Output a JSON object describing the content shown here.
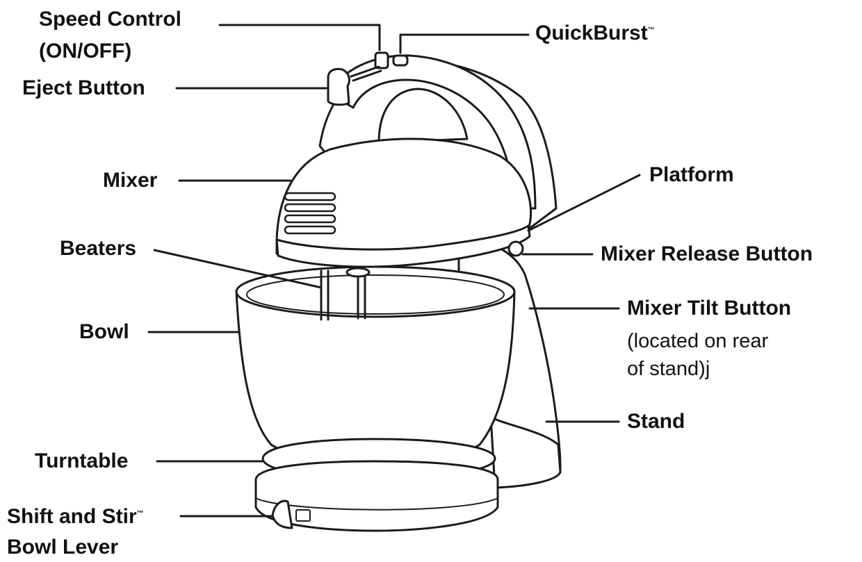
{
  "diagram": {
    "labels": {
      "speed_control": {
        "line1": "Speed Control",
        "line2": "(ON/OFF)"
      },
      "quickburst": {
        "text": "QuickBurst",
        "tm": "™"
      },
      "eject_button": {
        "text": "Eject Button"
      },
      "mixer": {
        "text": "Mixer"
      },
      "platform": {
        "text": "Platform"
      },
      "beaters": {
        "text": "Beaters"
      },
      "mixer_release_button": {
        "text": "Mixer Release Button"
      },
      "bowl": {
        "text": "Bowl"
      },
      "mixer_tilt_button": {
        "text": "Mixer Tilt Button",
        "note_line1": "(located on rear",
        "note_line2": "of stand)j"
      },
      "stand": {
        "text": "Stand"
      },
      "turntable": {
        "text": "Turntable"
      },
      "shift_and_stir": {
        "line1": "Shift and Stir",
        "tm": "™",
        "line2": "Bowl Lever"
      }
    },
    "colors": {
      "outline": "#1a1a1a",
      "fill": "#ffffff",
      "text": "#111111"
    }
  }
}
